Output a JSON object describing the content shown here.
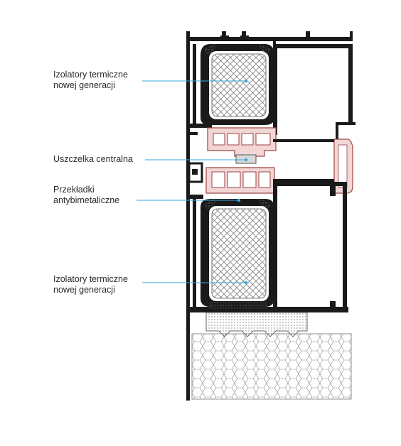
{
  "labels": {
    "insulators_top": [
      "Izolatory termiczne",
      "nowej generacji"
    ],
    "central_gasket": "Uszczelka centralna",
    "spacers": [
      "Przekładki",
      "antybimetaliczne"
    ],
    "insulators_bottom": [
      "Izolatory termiczne",
      "nowej generacji"
    ]
  },
  "colors": {
    "profile": "#1a1a1a",
    "leader_line": "#3aa7df",
    "gasket_fill": "#d9d9d9",
    "insulator_fill": "#f2d6d6",
    "insulator_stroke": "#9a4646",
    "text": "#2b2b2b"
  }
}
